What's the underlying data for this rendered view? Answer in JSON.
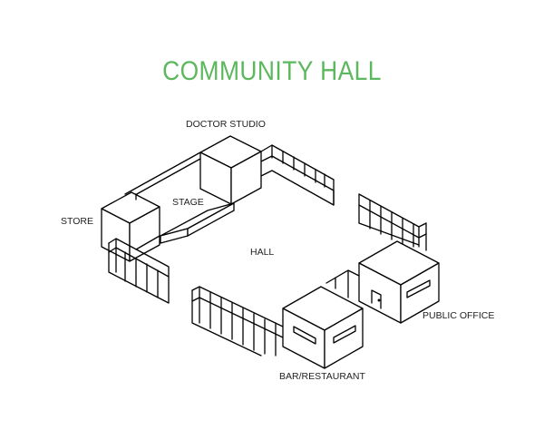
{
  "title": "COMMUNITY HALL",
  "labels": {
    "doctor_studio": "DOCTOR STUDIO",
    "stage": "STAGE",
    "store": "STORE",
    "hall": "HALL",
    "public_office": "PUBLIC OFFICE",
    "bar_restaurant": "BAR/RESTAURANT"
  },
  "colors": {
    "title": "#5cb85c",
    "line": "#000000",
    "text": "#222222"
  }
}
